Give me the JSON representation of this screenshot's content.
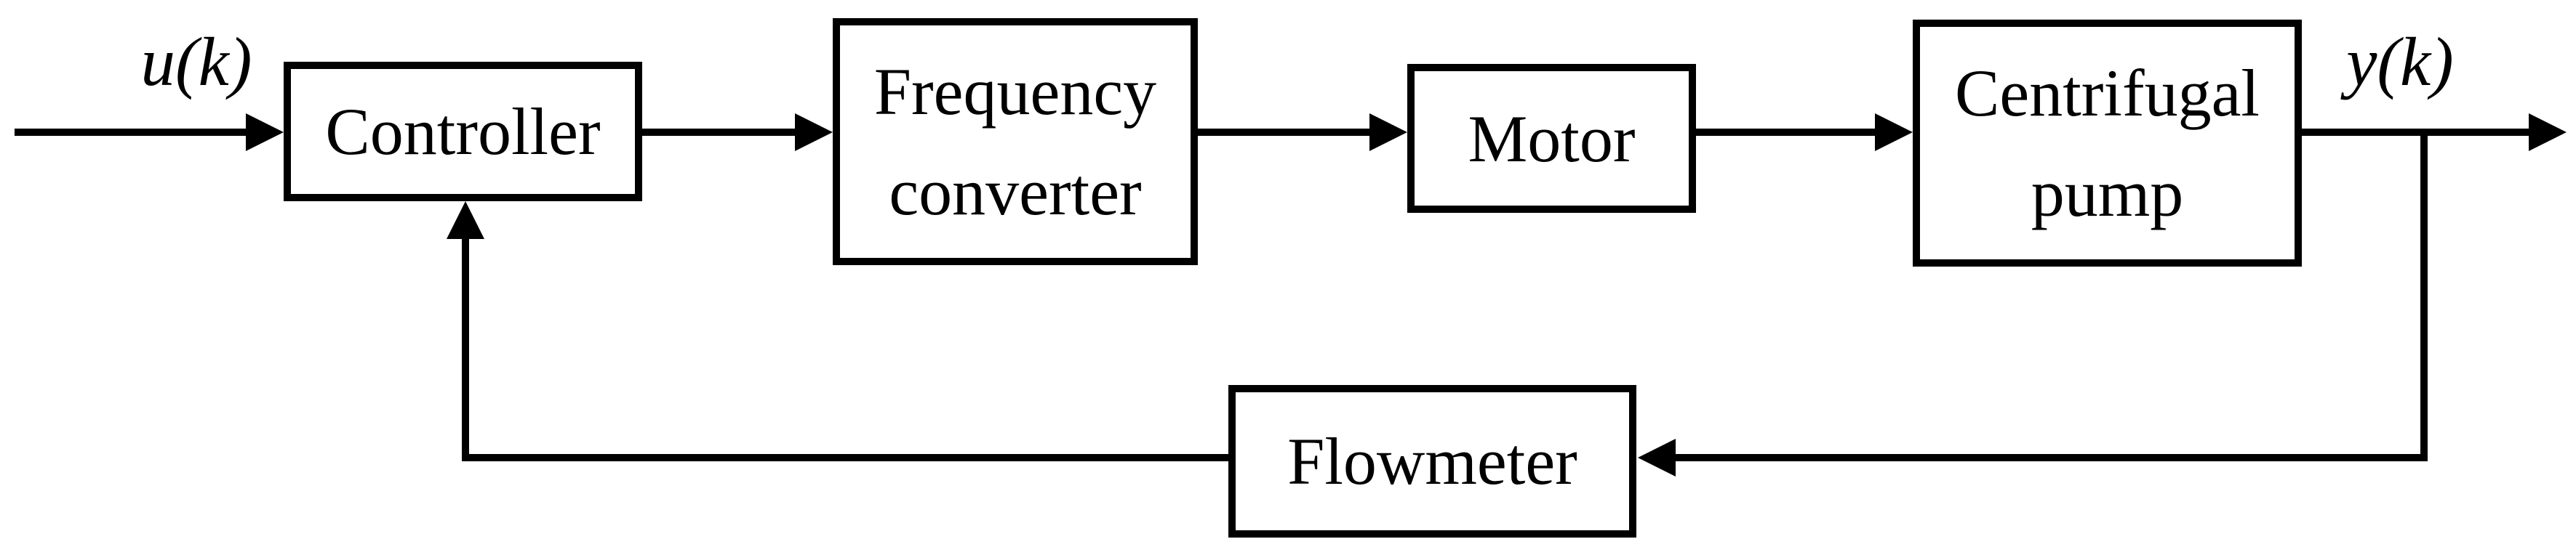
{
  "figure": {
    "type": "control-system-block-diagram",
    "background_color": "#ffffff",
    "line_color": "#000000",
    "input_label": "u(k)",
    "output_label": "y(k)",
    "blocks": {
      "controller": {
        "label": "Controller"
      },
      "frequency_converter": {
        "line1": "Frequency",
        "line2": "converter"
      },
      "motor": {
        "label": "Motor"
      },
      "centrifugal_pump": {
        "line1": "Centrifugal",
        "line2": "pump"
      },
      "flowmeter": {
        "label": "Flowmeter"
      }
    }
  }
}
